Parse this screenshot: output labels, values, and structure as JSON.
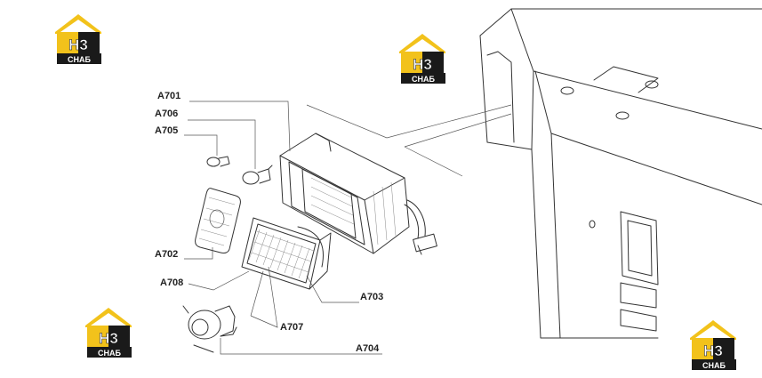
{
  "diagram": {
    "labels": {
      "a701": "A701",
      "a706": "A706",
      "a705": "A705",
      "a702": "A702",
      "a708": "A708",
      "a703": "A703",
      "a707": "A707",
      "a704": "A704"
    }
  },
  "watermark": {
    "line1": "H3",
    "line2": "СНАБ",
    "accent_color": "#f2c21b",
    "dark_color": "#1a1a1a"
  }
}
